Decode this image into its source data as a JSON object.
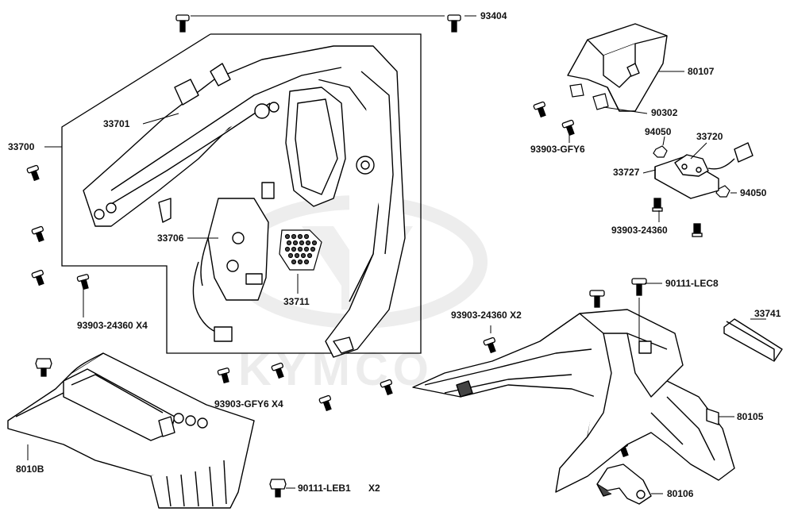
{
  "watermark": "KYMCO",
  "parts": {
    "p93404": "93404",
    "p80107": "80107",
    "p90302": "90302",
    "p93903_gfy6": "93903-GFY6",
    "p94050_a": "94050",
    "p33720": "33720",
    "p33727": "33727",
    "p94050_b": "94050",
    "p93903_24360_a": "93903-24360",
    "p33701": "33701",
    "p33700": "33700",
    "p33706": "33706",
    "p33711": "33711",
    "p93903_24360_x4": "93903-24360 X4",
    "p93903_24360_x2": "93903-24360 X2",
    "p90111_lec8": "90111-LEC8",
    "p33741": "33741",
    "p93903_gfy6_x4": "93903-GFY6 X4",
    "p80105": "80105",
    "p8010b": "8010B",
    "p90111_leb1": "90111-LEB1",
    "p90111_leb1_qty": "X2",
    "p80106": "80106"
  }
}
